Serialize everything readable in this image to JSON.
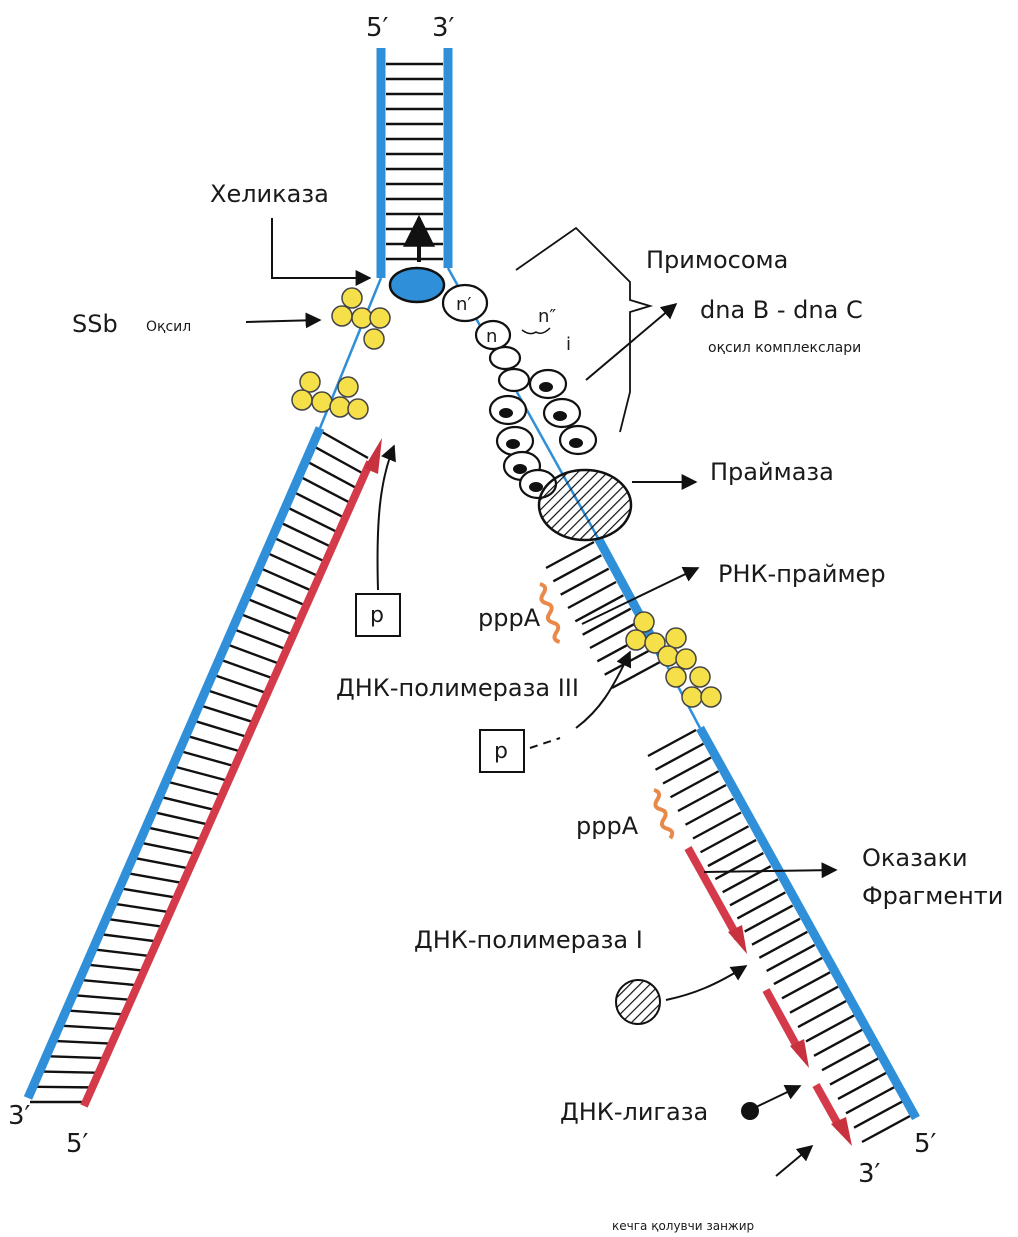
{
  "strand_ends": {
    "top_left": "5′",
    "top_right": "3′",
    "bottom_left_outer": "3′",
    "bottom_left_inner": "5′",
    "bottom_right_outer": "5′",
    "bottom_right_inner": "3′"
  },
  "labels": {
    "helicase": "Хеликаза",
    "ssb_main": "SSb",
    "ssb_sub": "Оқсил",
    "primosome": "Примосома",
    "dna_bc": "dna B - dna C",
    "dna_bc_sub": "оқсил комплекслари",
    "primase": "Праймаза",
    "rna_primer": "РНК-праймер",
    "pppa_1": "pppA",
    "pppa_2": "pppA",
    "dna_pol_3": "ДНК-полимераза III",
    "p_box_1": "р",
    "p_box_2": "р",
    "okazaki_line1": "Оказаки",
    "okazaki_line2": "Фрагменти",
    "dna_pol_1": "ДНК-полимераза I",
    "ligase": "ДНК-лигаза",
    "lagging_strand": "кечга қолувчи занжир",
    "n_prime": "n′",
    "n": "n",
    "n_double": "n″",
    "i": "i"
  },
  "colors": {
    "template_strand": "#2f8fd8",
    "new_dna": "#d43a4a",
    "rna_primer": "#e8894a",
    "ssb_protein": "#f5e04a",
    "helicase": "#2f8fd8",
    "rungs": "#111111"
  }
}
